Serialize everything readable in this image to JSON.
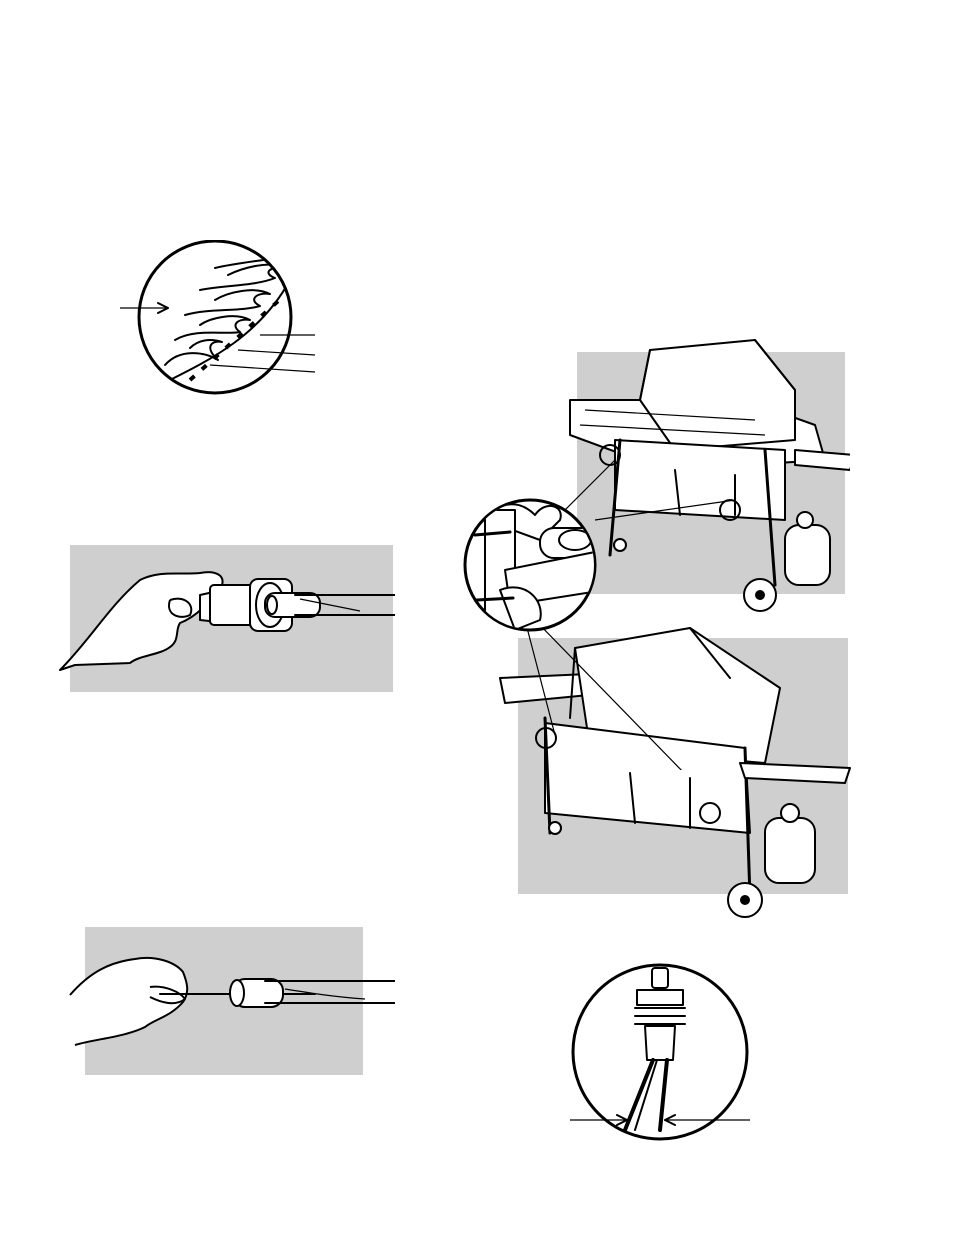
{
  "page": {
    "background": "#ffffff",
    "panel_gray": "#cfcfcf"
  },
  "figures": [
    {
      "id": "flame-pattern",
      "icon": "flame-pattern-icon"
    },
    {
      "id": "venturi-removal",
      "icon": "hand-venturi-icon"
    },
    {
      "id": "spider-check",
      "icon": "hand-tube-icon"
    },
    {
      "id": "grill-side-burner",
      "icon": "grill-icon"
    },
    {
      "id": "grill-large",
      "icon": "grill-icon"
    },
    {
      "id": "burner-tube-detail",
      "icon": "tube-detail-icon"
    },
    {
      "id": "igniter-detail",
      "icon": "igniter-icon"
    }
  ]
}
